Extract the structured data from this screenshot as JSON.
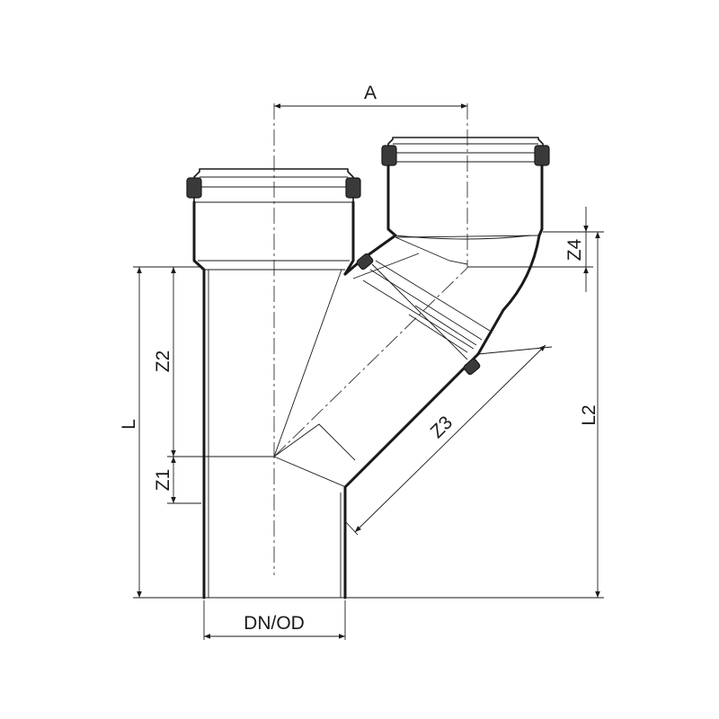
{
  "labels": {
    "a": "A",
    "l": "L",
    "l2": "L2",
    "z1": "Z1",
    "z2": "Z2",
    "z3": "Z3",
    "z4": "Z4",
    "dn_od": "DN/OD"
  }
}
